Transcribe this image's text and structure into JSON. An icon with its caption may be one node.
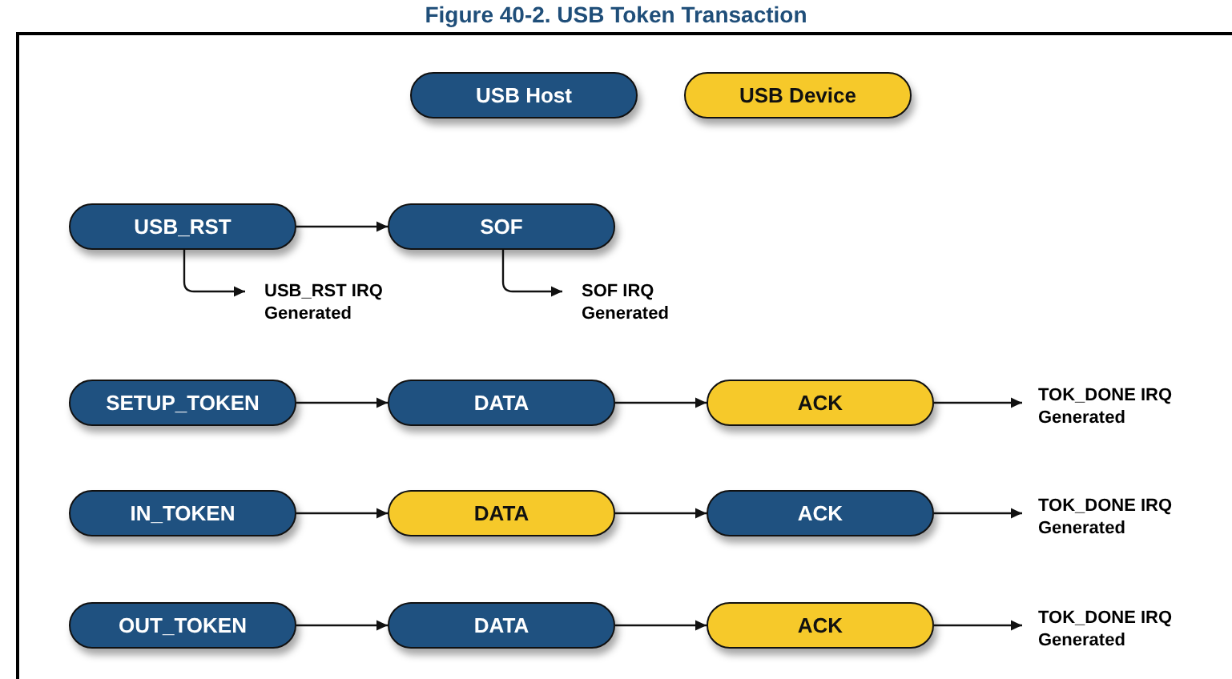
{
  "diagram": {
    "title": "Figure 40-2. USB Token Transaction",
    "nodes": [
      {
        "text": [
          "USB_RST"
        ]
      },
      {
        "text": [
          "SOF"
        ]
      },
      {
        "text": [
          "USB_RST IRQ Generated"
        ]
      },
      {
        "text": [
          "SOF IRQ Generated"
        ]
      },
      {
        "text": [
          "SETUP_TOKEN"
        ]
      },
      {
        "text": [
          "DATA"
        ]
      },
      {
        "text": [
          "ACK"
        ]
      },
      {
        "text": [
          "TOK_DONE IRQ Generated"
        ]
      },
      {
        "text": [
          "IN_TOKEN"
        ]
      },
      {
        "text": [
          "DATA"
        ]
      },
      {
        "text": [
          "ACK"
        ]
      },
      {
        "text": [
          "TOK_DONE IRQ Generated"
        ]
      },
      {
        "text": [
          "OUT_TOKEN"
        ]
      },
      {
        "text": [
          "DATA"
        ]
      },
      {
        "text": [
          "ACK"
        ]
      },
      {
        "text": [
          "TOK_DONE IRQ Generated"
        ]
      }
    ],
    "edges": [
      {
        "from": 0,
        "to": 1,
        "arrow": "to"
      },
      {
        "from": 0,
        "to": 2,
        "arrow": "to"
      },
      {
        "from": 1,
        "to": 3,
        "arrow": "to"
      },
      {
        "from": 4,
        "to": 5,
        "arrow": "to"
      },
      {
        "from": 5,
        "to": 6,
        "arrow": "to"
      },
      {
        "from": 6,
        "to": 7,
        "arrow": "to"
      },
      {
        "from": 8,
        "to": 9,
        "arrow": "to"
      },
      {
        "from": 9,
        "to": 10,
        "arrow": "to"
      },
      {
        "from": 10,
        "to": 11,
        "arrow": "to"
      },
      {
        "from": 12,
        "to": 13,
        "arrow": "to"
      },
      {
        "from": 13,
        "to": 14,
        "arrow": "to"
      },
      {
        "from": 14,
        "to": 15,
        "arrow": "to"
      }
    ],
    "legend": [
      {
        "text": "USB Host",
        "color": "#1f5180"
      },
      {
        "text": "USB Device",
        "color": "#f6c92a"
      }
    ]
  }
}
